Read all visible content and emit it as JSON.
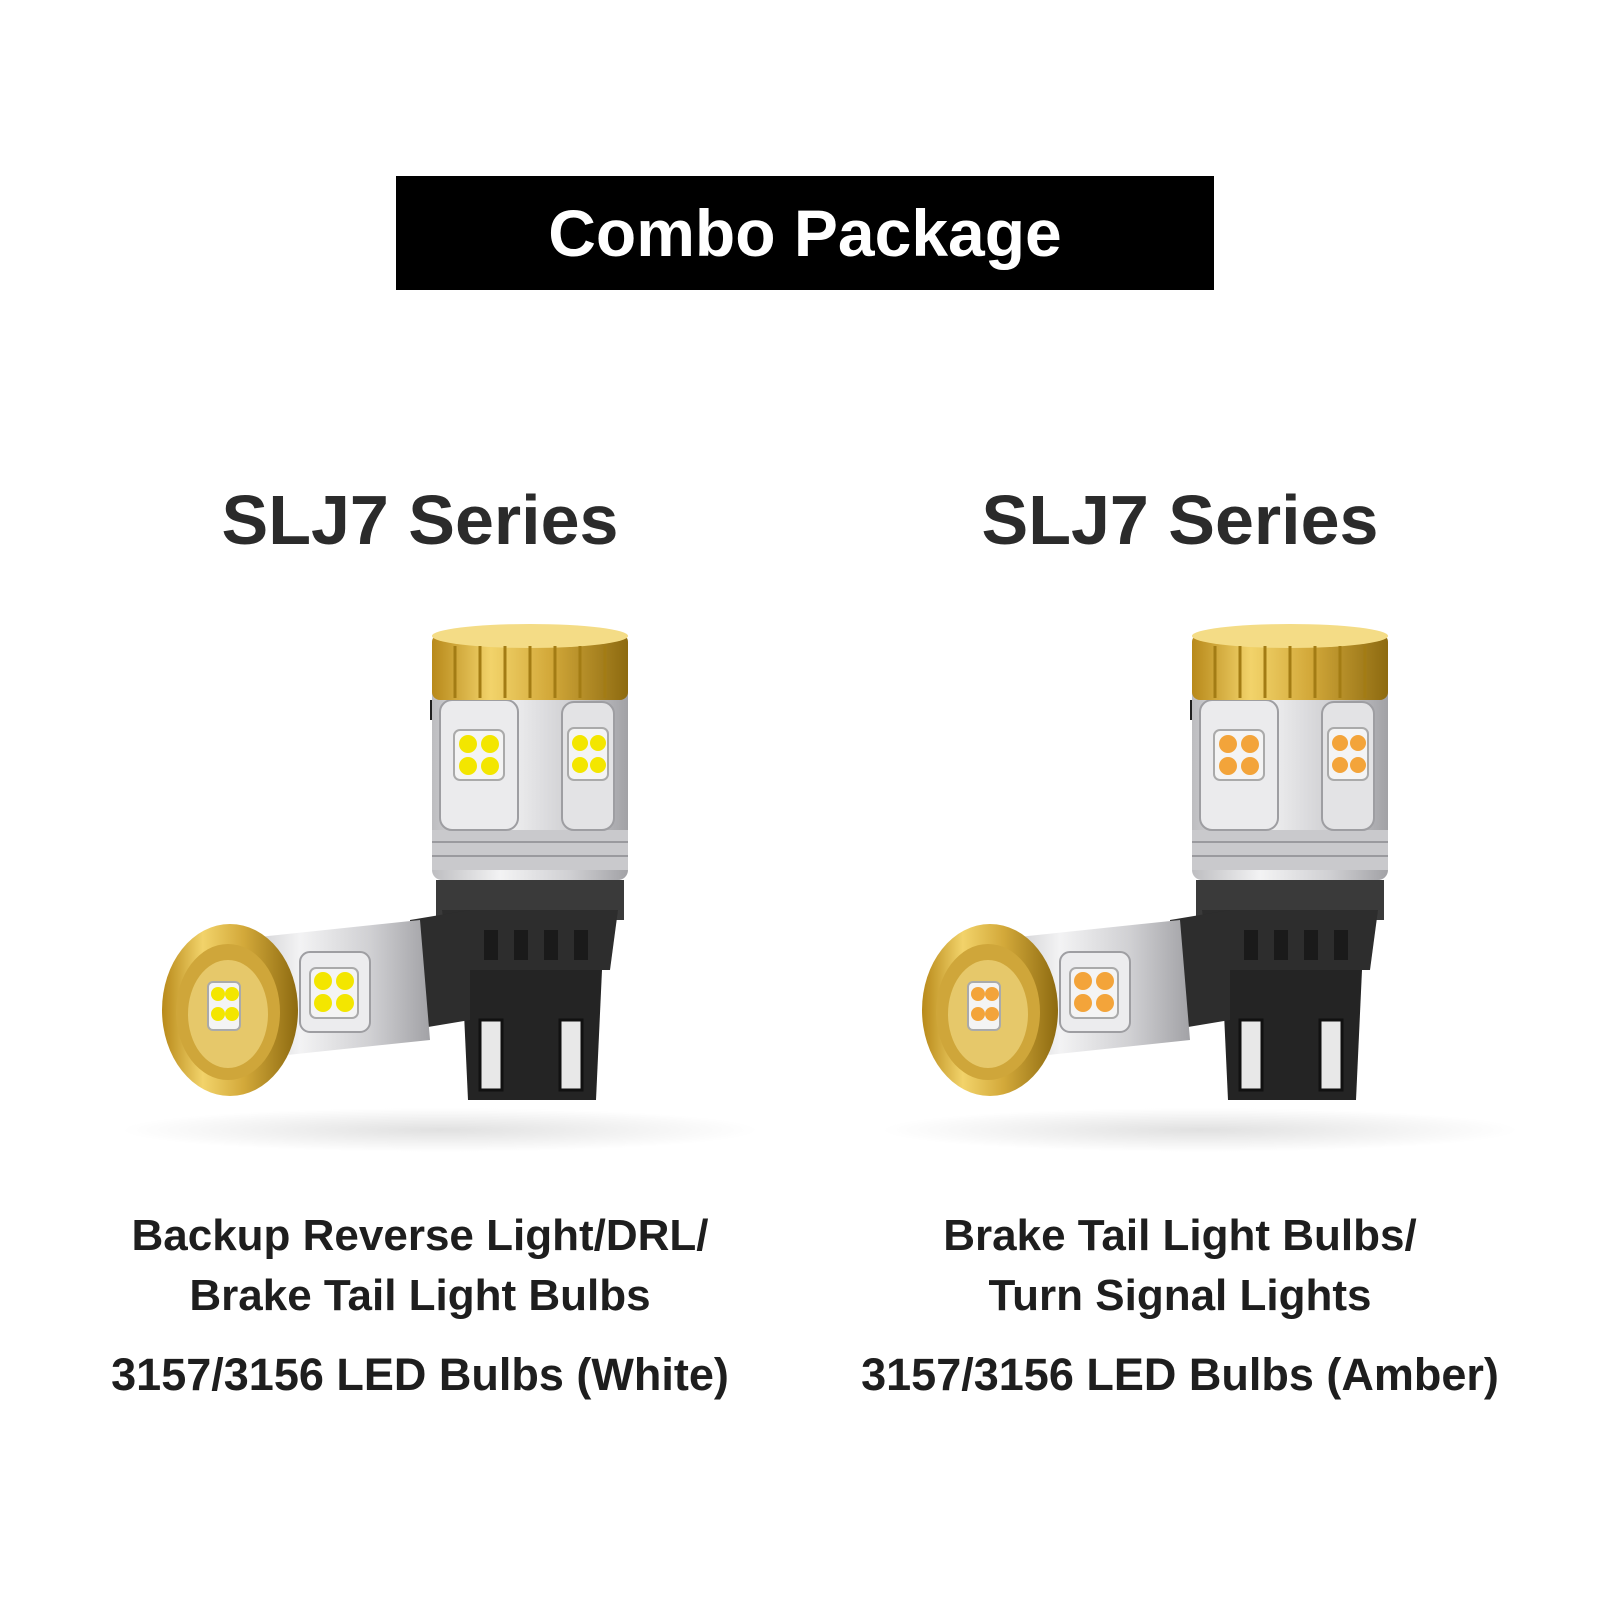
{
  "header": {
    "title": "Combo Package"
  },
  "products": [
    {
      "series": "SLJ7 Series",
      "use_line1": "Backup Reverse Light/DRL/",
      "use_line2": "Brake Tail Light Bulbs",
      "model": "3157/3156 LED Bulbs (White)",
      "led_color": "#f3e600",
      "icon": "led-bulb-white-image"
    },
    {
      "series": "SLJ7 Series",
      "use_line1": "Brake Tail Light Bulbs/",
      "use_line2": "Turn Signal Lights",
      "model": "3157/3156 LED Bulbs (Amber)",
      "led_color": "#f3a43a",
      "icon": "led-bulb-amber-image"
    }
  ],
  "colors": {
    "banner_bg": "#000000",
    "gold": "#d8b02c",
    "silver": "#d7d7d9",
    "base_black": "#2a2a2a"
  }
}
